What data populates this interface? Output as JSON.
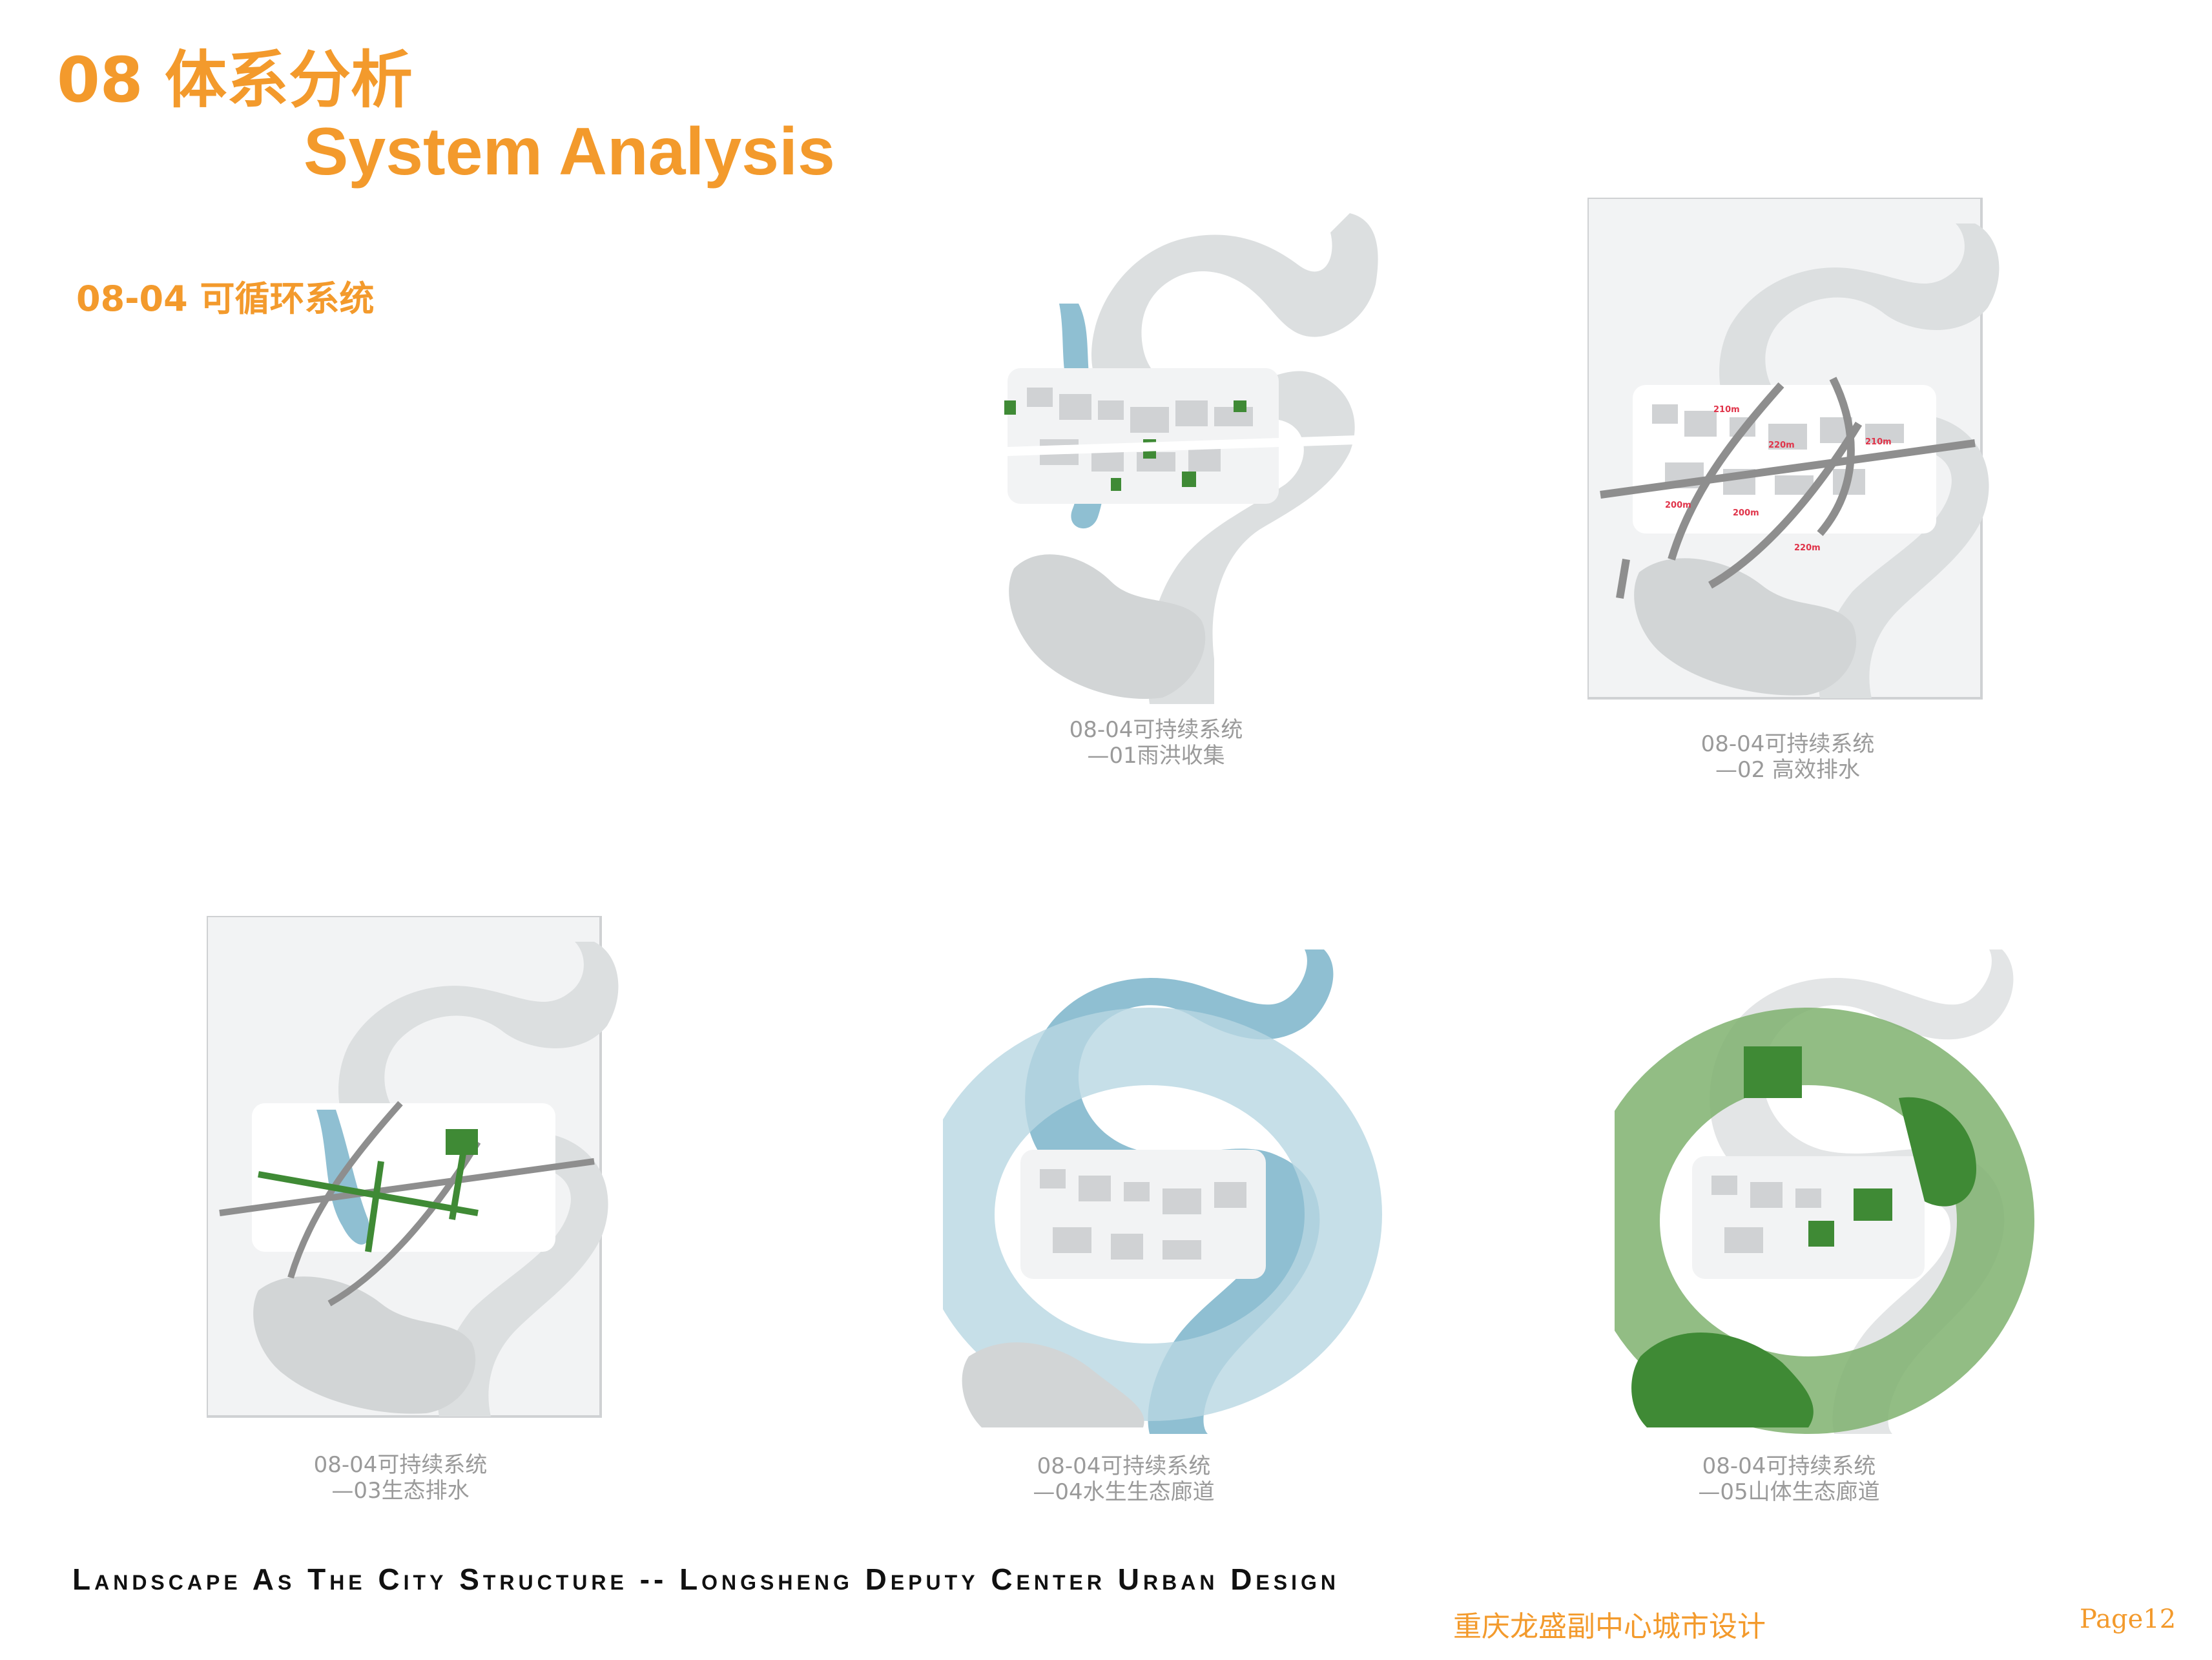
{
  "header": {
    "title_cn": "08 体系分析",
    "title_en": "System Analysis",
    "section": "08-04 可循环系统"
  },
  "panels": [
    {
      "caption_line1": "08-04可持续系统",
      "caption_line2": "—01雨洪收集"
    },
    {
      "caption_line1": "08-04可持续系统",
      "caption_line2": "—02 高效排水",
      "distance_labels": [
        "210m",
        "220m",
        "210m",
        "200m",
        "200m",
        "220m"
      ]
    },
    {
      "caption_line1": "08-04可持续系统",
      "caption_line2": "—03生态排水"
    },
    {
      "caption_line1": "08-04可持续系统",
      "caption_line2": "—04水生生态廊道"
    },
    {
      "caption_line1": "08-04可持续系统",
      "caption_line2": "—05山体生态廊道"
    }
  ],
  "footer": {
    "project_en": "Landscape As The City  Structure -- Longsheng Deputy Center Urban Design",
    "project_cn": "重庆龙盛副中心城市设计",
    "page": "Page12"
  },
  "colors": {
    "accent": "#f39a2c",
    "water": "#7fb6cb",
    "green": "#3f8a35",
    "terrain": "#dadcdd"
  }
}
